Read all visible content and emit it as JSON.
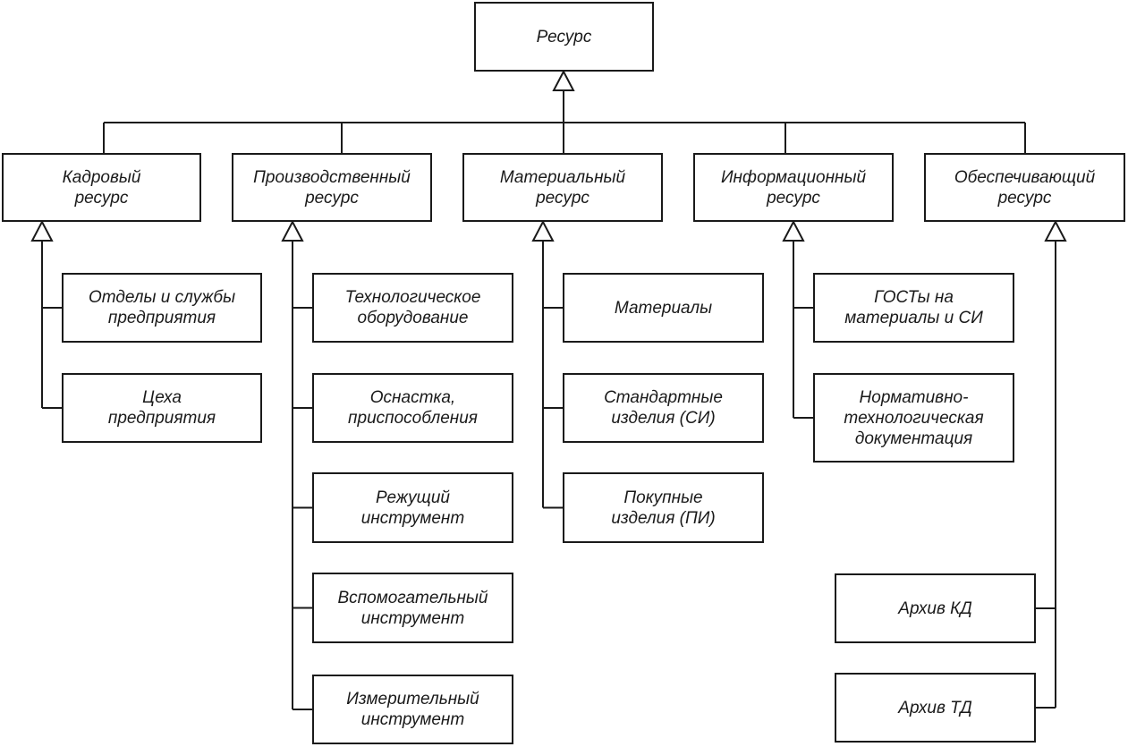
{
  "diagram": {
    "root": {
      "lines": [
        "Ресурс"
      ]
    },
    "categories": [
      {
        "id": "kadrovy",
        "lines": [
          "Кадровый",
          "ресурс"
        ],
        "children": [
          {
            "lines": [
              "Отделы и службы",
              "предприятия"
            ]
          },
          {
            "lines": [
              "Цеха",
              "предприятия"
            ]
          }
        ]
      },
      {
        "id": "proizvodstvenny",
        "lines": [
          "Производственный",
          "ресурс"
        ],
        "children": [
          {
            "lines": [
              "Технологическое",
              "оборудование"
            ]
          },
          {
            "lines": [
              "Оснастка,",
              "приспособления"
            ]
          },
          {
            "lines": [
              "Режущий",
              "инструмент"
            ]
          },
          {
            "lines": [
              "Вспомогательный",
              "инструмент"
            ]
          },
          {
            "lines": [
              "Измерительный",
              "инструмент"
            ]
          }
        ]
      },
      {
        "id": "materialny",
        "lines": [
          "Материальный",
          "ресурс"
        ],
        "children": [
          {
            "lines": [
              "Материалы"
            ]
          },
          {
            "lines": [
              "Стандартные",
              "изделия (СИ)"
            ]
          },
          {
            "lines": [
              "Покупные",
              "изделия (ПИ)"
            ]
          }
        ]
      },
      {
        "id": "informatsionny",
        "lines": [
          "Информационный",
          "ресурс"
        ],
        "children": [
          {
            "lines": [
              "ГОСТы на",
              "материалы и СИ"
            ]
          },
          {
            "lines": [
              "Нормативно-",
              "технологическая",
              "документация"
            ]
          }
        ]
      },
      {
        "id": "obespechivayushchy",
        "lines": [
          "Обеспечивающий",
          "ресурс"
        ],
        "children": [
          {
            "lines": [
              "Архив КД"
            ]
          },
          {
            "lines": [
              "Архив ТД"
            ]
          }
        ]
      }
    ]
  }
}
